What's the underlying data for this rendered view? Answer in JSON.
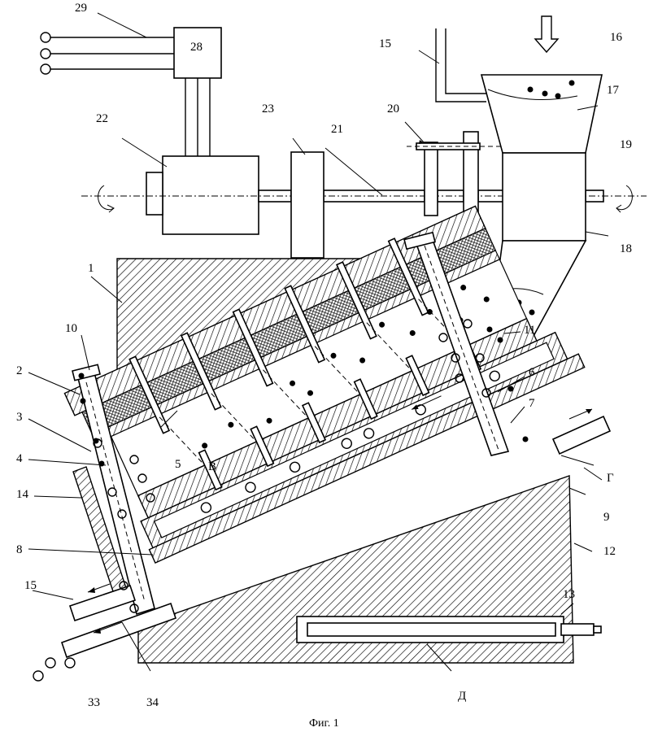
{
  "figure": {
    "caption": "Фиг. 1",
    "labels": [
      {
        "key": "l1",
        "text": "1"
      },
      {
        "key": "l2",
        "text": "2"
      },
      {
        "key": "l3",
        "text": "3"
      },
      {
        "key": "l4",
        "text": "4"
      },
      {
        "key": "l5",
        "text": "5"
      },
      {
        "key": "l6",
        "text": "6"
      },
      {
        "key": "l7",
        "text": "7"
      },
      {
        "key": "l8",
        "text": "8"
      },
      {
        "key": "l9",
        "text": "9"
      },
      {
        "key": "l10",
        "text": "10"
      },
      {
        "key": "l11",
        "text": "11"
      },
      {
        "key": "l12",
        "text": "12"
      },
      {
        "key": "l13",
        "text": "13"
      },
      {
        "key": "l14",
        "text": "14"
      },
      {
        "key": "l15a",
        "text": "15"
      },
      {
        "key": "l15b",
        "text": "15"
      },
      {
        "key": "l16",
        "text": "16"
      },
      {
        "key": "l17",
        "text": "17"
      },
      {
        "key": "l18",
        "text": "18"
      },
      {
        "key": "l19",
        "text": "19"
      },
      {
        "key": "l20",
        "text": "20"
      },
      {
        "key": "l21",
        "text": "21"
      },
      {
        "key": "l22",
        "text": "22"
      },
      {
        "key": "l23",
        "text": "23"
      },
      {
        "key": "l28",
        "text": "28"
      },
      {
        "key": "l29",
        "text": "29"
      },
      {
        "key": "l33",
        "text": "33"
      },
      {
        "key": "l34",
        "text": "34"
      },
      {
        "key": "lB",
        "text": "В"
      },
      {
        "key": "lG",
        "text": "Г"
      },
      {
        "key": "lD",
        "text": "Д"
      }
    ]
  }
}
